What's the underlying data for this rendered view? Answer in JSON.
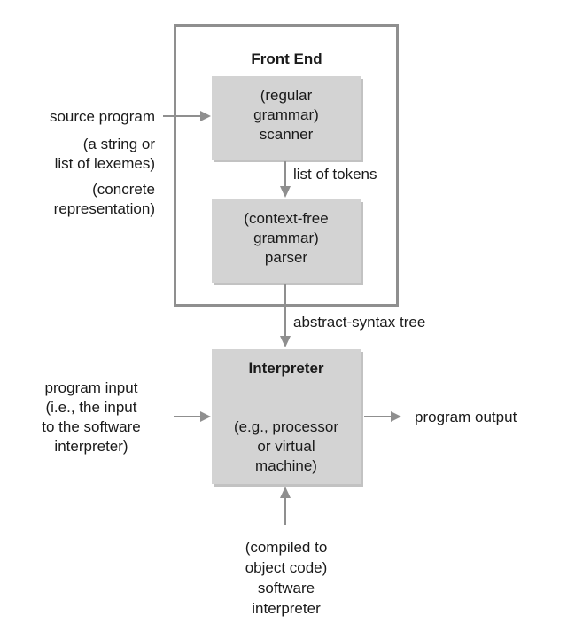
{
  "front_end": {
    "title": "Front End",
    "scanner": {
      "line1": "(regular",
      "line2": "grammar)",
      "line3": "scanner"
    },
    "parser": {
      "line1": "(context-free",
      "line2": "grammar)",
      "line3": "parser"
    }
  },
  "interpreter": {
    "title": "Interpreter",
    "line1": "(e.g., processor",
    "line2": "or virtual",
    "line3": "machine)"
  },
  "labels": {
    "source_program": "source program",
    "string_line1": "(a string or",
    "string_line2": "list of lexemes)",
    "concrete_line1": "(concrete",
    "concrete_line2": "representation)",
    "list_of_tokens": "list of tokens",
    "abstract_syntax_tree": "abstract-syntax tree",
    "program_input_line1": "program input",
    "program_input_line2": "(i.e., the input",
    "program_input_line3": "to the software",
    "program_input_line4": "interpreter)",
    "program_output": "program output",
    "compiled_line1": "(compiled to",
    "compiled_line2": "object code)",
    "compiled_line3": "software",
    "compiled_line4": "interpreter"
  },
  "colors": {
    "box_fill": "#d3d3d3",
    "frame_stroke": "#8f8f8f",
    "arrow": "#8f8f8f",
    "text": "#1a1a1a"
  }
}
